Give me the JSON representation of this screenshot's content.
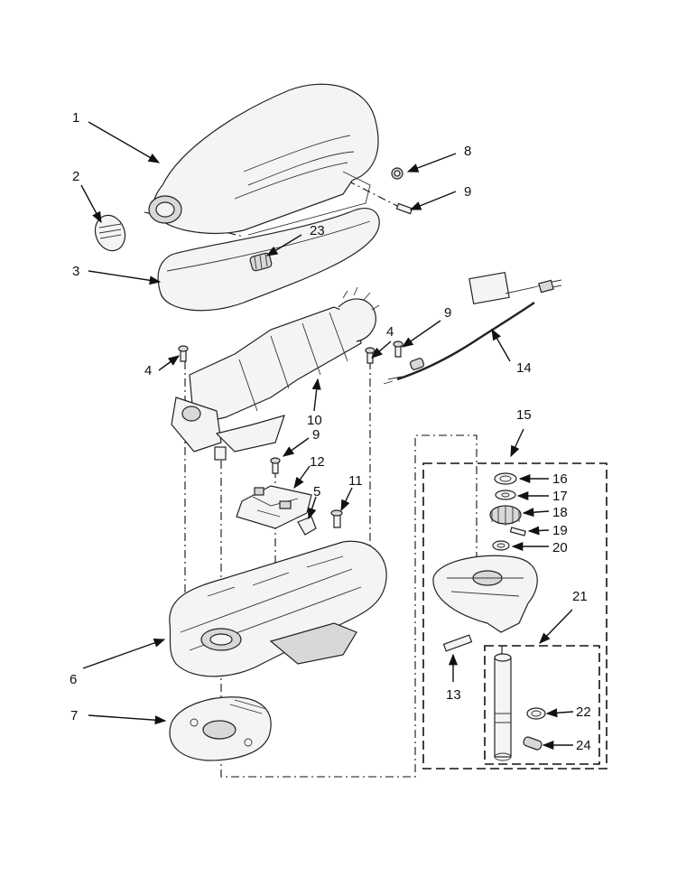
{
  "callouts": [
    {
      "id": "p1",
      "label": "1"
    },
    {
      "id": "p2",
      "label": "2"
    },
    {
      "id": "p3",
      "label": "3"
    },
    {
      "id": "p4a",
      "label": "4"
    },
    {
      "id": "p4b",
      "label": "4"
    },
    {
      "id": "p5",
      "label": "5"
    },
    {
      "id": "p6",
      "label": "6"
    },
    {
      "id": "p7",
      "label": "7"
    },
    {
      "id": "p8",
      "label": "8"
    },
    {
      "id": "p9a",
      "label": "9"
    },
    {
      "id": "p9b",
      "label": "9"
    },
    {
      "id": "p9c",
      "label": "9"
    },
    {
      "id": "p10",
      "label": "10"
    },
    {
      "id": "p11",
      "label": "11"
    },
    {
      "id": "p12",
      "label": "12"
    },
    {
      "id": "p13",
      "label": "13"
    },
    {
      "id": "p14",
      "label": "14"
    },
    {
      "id": "p15",
      "label": "15"
    },
    {
      "id": "p16",
      "label": "16"
    },
    {
      "id": "p17",
      "label": "17"
    },
    {
      "id": "p18",
      "label": "18"
    },
    {
      "id": "p19",
      "label": "19"
    },
    {
      "id": "p20",
      "label": "20"
    },
    {
      "id": "p21",
      "label": "21"
    },
    {
      "id": "p22",
      "label": "22"
    },
    {
      "id": "p23",
      "label": "23"
    },
    {
      "id": "p24",
      "label": "24"
    }
  ]
}
